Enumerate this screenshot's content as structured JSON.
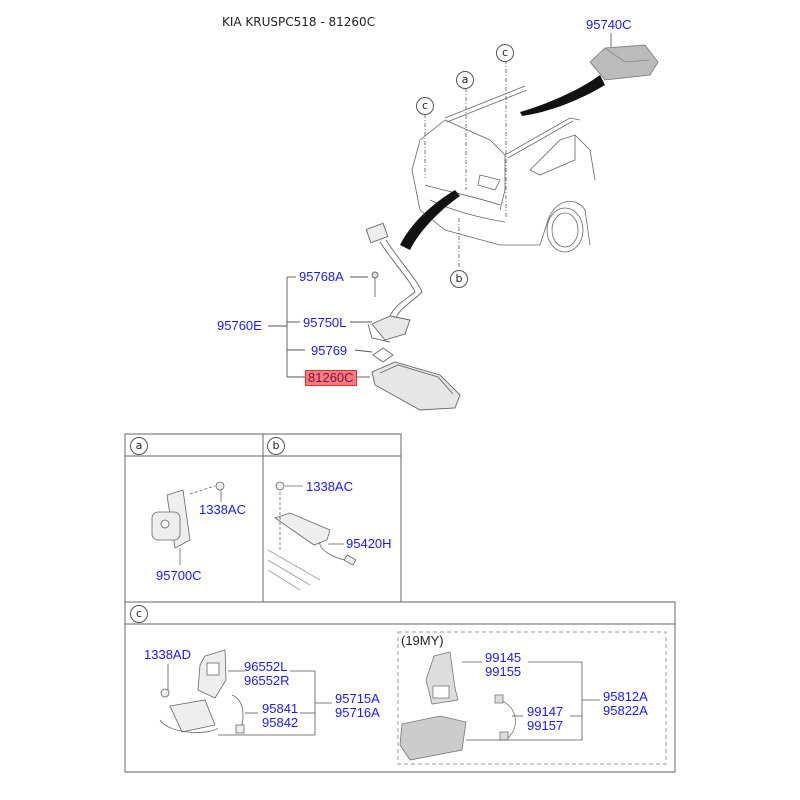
{
  "title": "KIA KRUSPC518 - 81260C",
  "main": {
    "callouts": {
      "a": "a",
      "b": "b",
      "c": "c"
    },
    "parts": {
      "p95740C": "95740C",
      "p95768A": "95768A",
      "p95760E": "95760E",
      "p95750L": "95750L",
      "p95769": "95769",
      "p81260C": "81260C"
    },
    "highlighted_part": "81260C",
    "highlight_color": "#f47c7c"
  },
  "panel_a": {
    "label": "a",
    "parts": {
      "nut": "1338AC",
      "sensor": "95700C"
    }
  },
  "panel_b": {
    "label": "b",
    "parts": {
      "nut": "1338AC",
      "lamp": "95420H"
    }
  },
  "panel_c": {
    "label": "c",
    "left": {
      "bolt": "1338AD",
      "bracket": [
        "96552L",
        "96552R"
      ],
      "harness": [
        "95841",
        "95842"
      ],
      "assy": [
        "95715A",
        "95716A"
      ]
    },
    "variant": {
      "label": "(19MY)",
      "bracket": [
        "99145",
        "99155"
      ],
      "harness": [
        "99147",
        "99157"
      ],
      "assy": [
        "95812A",
        "95822A"
      ]
    }
  }
}
